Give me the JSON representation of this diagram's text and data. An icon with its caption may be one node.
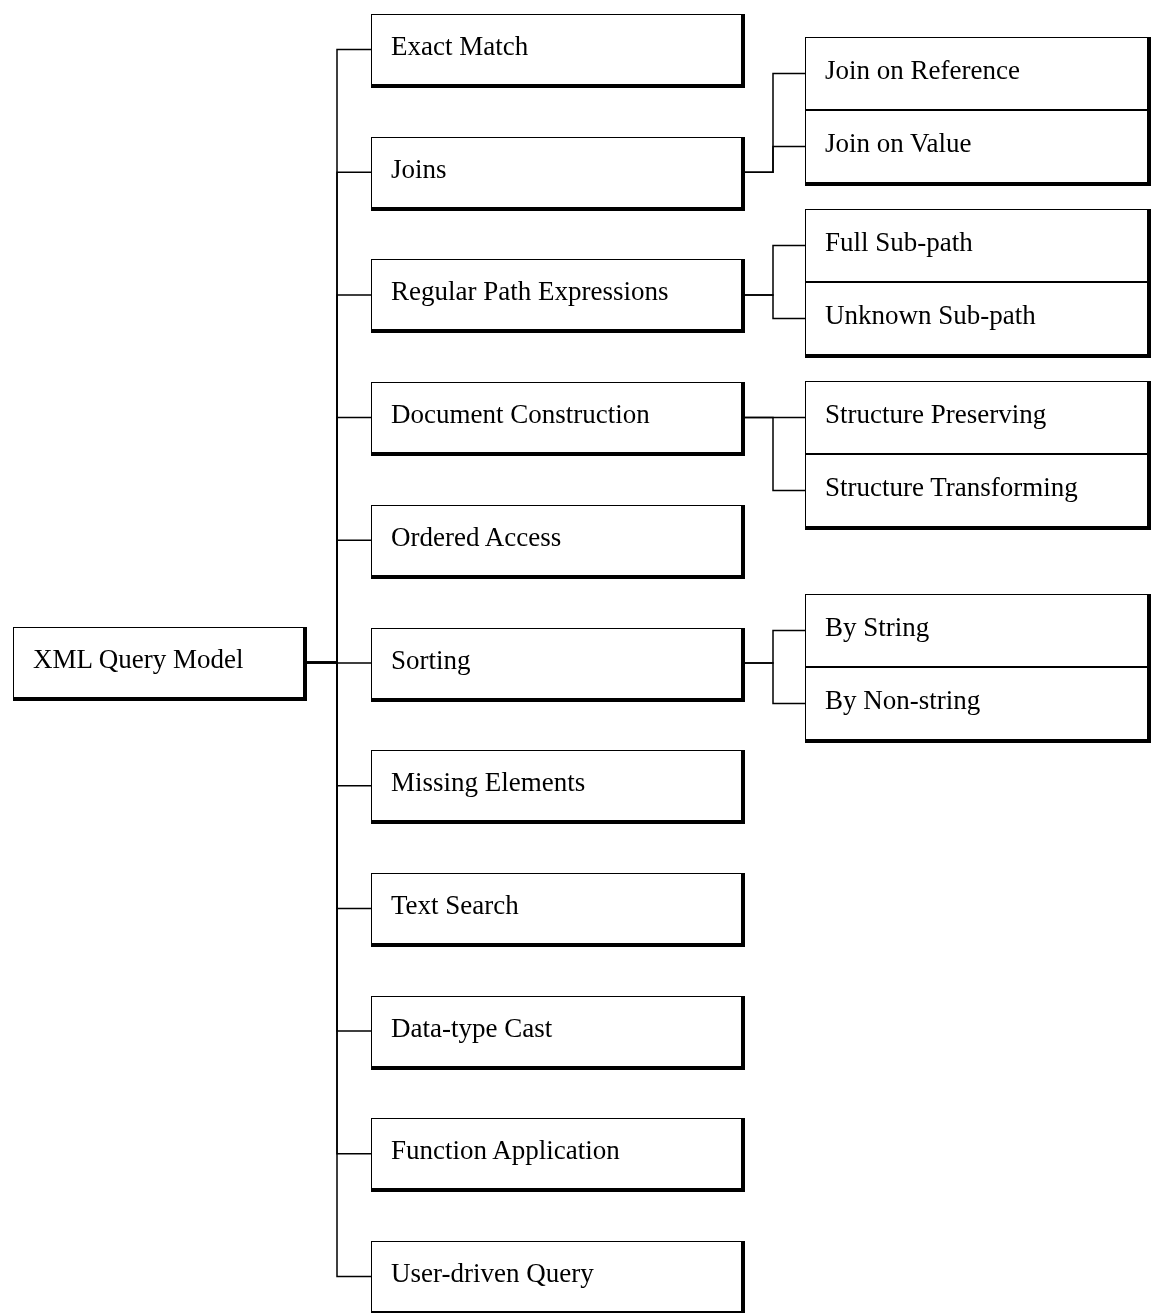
{
  "diagram": {
    "nodes": [
      {
        "text": [
          "XML Query Model"
        ]
      },
      {
        "text": [
          "Exact Match"
        ]
      },
      {
        "text": [
          "Joins"
        ]
      },
      {
        "text": [
          "Join on Reference"
        ]
      },
      {
        "text": [
          "Join on Value"
        ]
      },
      {
        "text": [
          "Regular Path Expressions"
        ]
      },
      {
        "text": [
          "Full Sub-path"
        ]
      },
      {
        "text": [
          "Unknown Sub-path"
        ]
      },
      {
        "text": [
          "Document Construction"
        ]
      },
      {
        "text": [
          "Structure Preserving"
        ]
      },
      {
        "text": [
          "Structure Transforming"
        ]
      },
      {
        "text": [
          "Ordered Access"
        ]
      },
      {
        "text": [
          "Sorting"
        ]
      },
      {
        "text": [
          "By String"
        ]
      },
      {
        "text": [
          "By Non-string"
        ]
      },
      {
        "text": [
          "Missing Elements"
        ]
      },
      {
        "text": [
          "Text Search"
        ]
      },
      {
        "text": [
          "Data-type Cast"
        ]
      },
      {
        "text": [
          "Function Application"
        ]
      },
      {
        "text": [
          "User-driven Query"
        ]
      }
    ],
    "edges": [
      {
        "from": 0,
        "to": 1,
        "arrow": "none"
      },
      {
        "from": 0,
        "to": 2,
        "arrow": "none"
      },
      {
        "from": 2,
        "to": 3,
        "arrow": "none"
      },
      {
        "from": 2,
        "to": 4,
        "arrow": "none"
      },
      {
        "from": 0,
        "to": 5,
        "arrow": "none"
      },
      {
        "from": 5,
        "to": 6,
        "arrow": "none"
      },
      {
        "from": 5,
        "to": 7,
        "arrow": "none"
      },
      {
        "from": 0,
        "to": 8,
        "arrow": "none"
      },
      {
        "from": 8,
        "to": 9,
        "arrow": "none"
      },
      {
        "from": 8,
        "to": 10,
        "arrow": "none"
      },
      {
        "from": 0,
        "to": 11,
        "arrow": "none"
      },
      {
        "from": 0,
        "to": 12,
        "arrow": "none"
      },
      {
        "from": 12,
        "to": 13,
        "arrow": "none"
      },
      {
        "from": 12,
        "to": 14,
        "arrow": "none"
      },
      {
        "from": 0,
        "to": 15,
        "arrow": "none"
      },
      {
        "from": 0,
        "to": 16,
        "arrow": "none"
      },
      {
        "from": 0,
        "to": 17,
        "arrow": "none"
      },
      {
        "from": 0,
        "to": 18,
        "arrow": "none"
      },
      {
        "from": 0,
        "to": 19,
        "arrow": "none"
      }
    ]
  }
}
